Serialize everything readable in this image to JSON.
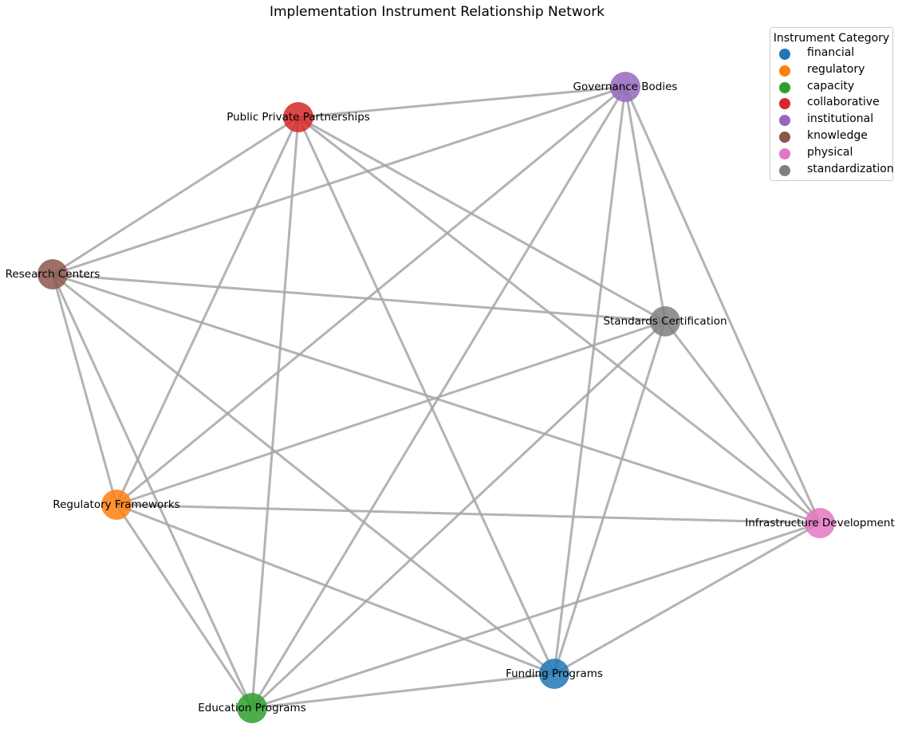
{
  "title": "Implementation Instrument Relationship Network",
  "legend": {
    "title": "Instrument Category",
    "items": [
      {
        "label": "financial",
        "color": "#1f77b4"
      },
      {
        "label": "regulatory",
        "color": "#ff7f0e"
      },
      {
        "label": "capacity",
        "color": "#2ca02c"
      },
      {
        "label": "collaborative",
        "color": "#d62728"
      },
      {
        "label": "institutional",
        "color": "#9467bd"
      },
      {
        "label": "knowledge",
        "color": "#8c564b"
      },
      {
        "label": "physical",
        "color": "#e377c2"
      },
      {
        "label": "standardization",
        "color": "#7f7f7f"
      }
    ]
  },
  "nodes": [
    {
      "id": "governance",
      "label": "Governance Bodies",
      "category": "institutional",
      "color": "#9467bd"
    },
    {
      "id": "ppp",
      "label": "Public Private Partnerships",
      "category": "collaborative",
      "color": "#d62728"
    },
    {
      "id": "research",
      "label": "Research Centers",
      "category": "knowledge",
      "color": "#8c564b"
    },
    {
      "id": "standards",
      "label": "Standards Certification",
      "category": "standardization",
      "color": "#7f7f7f"
    },
    {
      "id": "regulatory",
      "label": "Regulatory Frameworks",
      "category": "regulatory",
      "color": "#ff7f0e"
    },
    {
      "id": "infrastructure",
      "label": "Infrastructure Development",
      "category": "physical",
      "color": "#e377c2"
    },
    {
      "id": "funding",
      "label": "Funding Programs",
      "category": "financial",
      "color": "#1f77b4"
    },
    {
      "id": "education",
      "label": "Education Programs",
      "category": "capacity",
      "color": "#2ca02c"
    }
  ],
  "edges": [
    [
      "governance",
      "ppp"
    ],
    [
      "governance",
      "research"
    ],
    [
      "governance",
      "standards"
    ],
    [
      "governance",
      "infrastructure"
    ],
    [
      "governance",
      "funding"
    ],
    [
      "governance",
      "education"
    ],
    [
      "governance",
      "regulatory"
    ],
    [
      "ppp",
      "research"
    ],
    [
      "ppp",
      "standards"
    ],
    [
      "ppp",
      "infrastructure"
    ],
    [
      "ppp",
      "funding"
    ],
    [
      "ppp",
      "education"
    ],
    [
      "ppp",
      "regulatory"
    ],
    [
      "research",
      "standards"
    ],
    [
      "research",
      "regulatory"
    ],
    [
      "research",
      "education"
    ],
    [
      "research",
      "funding"
    ],
    [
      "research",
      "infrastructure"
    ],
    [
      "standards",
      "regulatory"
    ],
    [
      "standards",
      "infrastructure"
    ],
    [
      "standards",
      "funding"
    ],
    [
      "standards",
      "education"
    ],
    [
      "regulatory",
      "infrastructure"
    ],
    [
      "regulatory",
      "funding"
    ],
    [
      "regulatory",
      "education"
    ],
    [
      "infrastructure",
      "funding"
    ],
    [
      "infrastructure",
      "education"
    ],
    [
      "funding",
      "education"
    ]
  ]
}
